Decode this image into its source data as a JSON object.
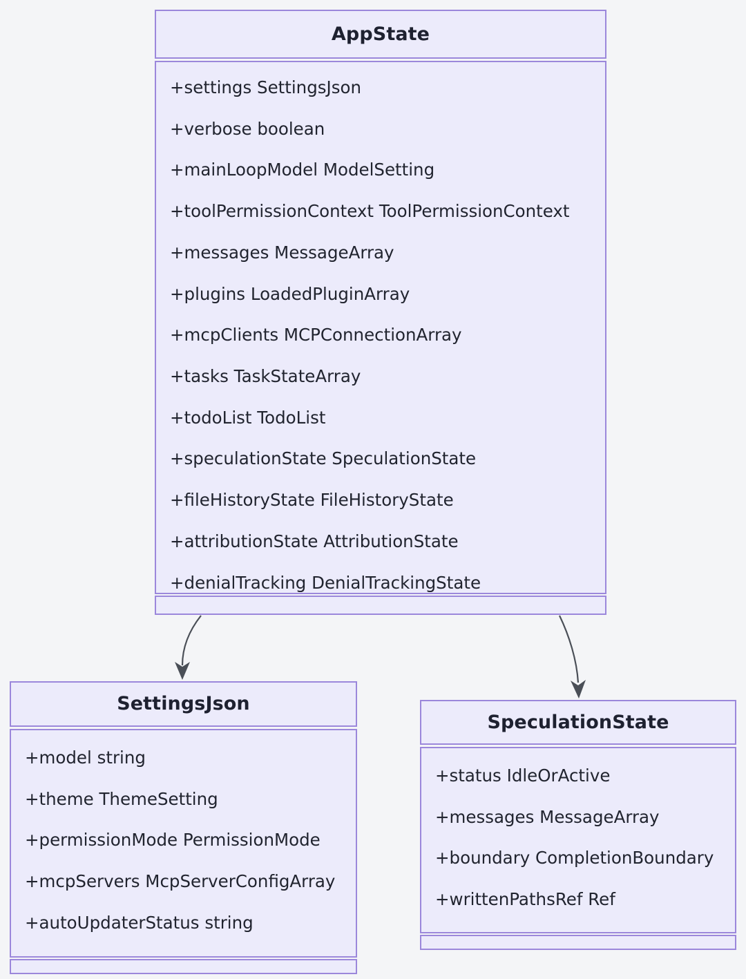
{
  "diagram": {
    "type": "uml-class-diagram",
    "background_color": "#f4f5f7",
    "node_fill_color": "#ecebfb",
    "node_border_color": "#9b87db",
    "text_color": "#21242f",
    "edge_color": "#4a4f57"
  },
  "classes": [
    {
      "id": "appstate",
      "name": "AppState",
      "attributes": [
        "+settings SettingsJson",
        "+verbose boolean",
        "+mainLoopModel ModelSetting",
        "+toolPermissionContext ToolPermissionContext",
        "+messages MessageArray",
        "+plugins LoadedPluginArray",
        "+mcpClients MCPConnectionArray",
        "+tasks TaskStateArray",
        "+todoList TodoList",
        "+speculationState SpeculationState",
        "+fileHistoryState FileHistoryState",
        "+attributionState AttributionState",
        "+denialTracking DenialTrackingState"
      ],
      "methods": []
    },
    {
      "id": "settingsjson",
      "name": "SettingsJson",
      "attributes": [
        "+model string",
        "+theme ThemeSetting",
        "+permissionMode PermissionMode",
        "+mcpServers McpServerConfigArray",
        "+autoUpdaterStatus string"
      ],
      "methods": []
    },
    {
      "id": "speculationstate",
      "name": "SpeculationState",
      "attributes": [
        "+status IdleOrActive",
        "+messages MessageArray",
        "+boundary CompletionBoundary",
        "+writtenPathsRef Ref"
      ],
      "methods": []
    }
  ],
  "relationships": [
    {
      "from": "AppState",
      "to": "SettingsJson",
      "arrow": "open-arrow",
      "label": ""
    },
    {
      "from": "AppState",
      "to": "SpeculationState",
      "arrow": "open-arrow",
      "label": ""
    }
  ]
}
